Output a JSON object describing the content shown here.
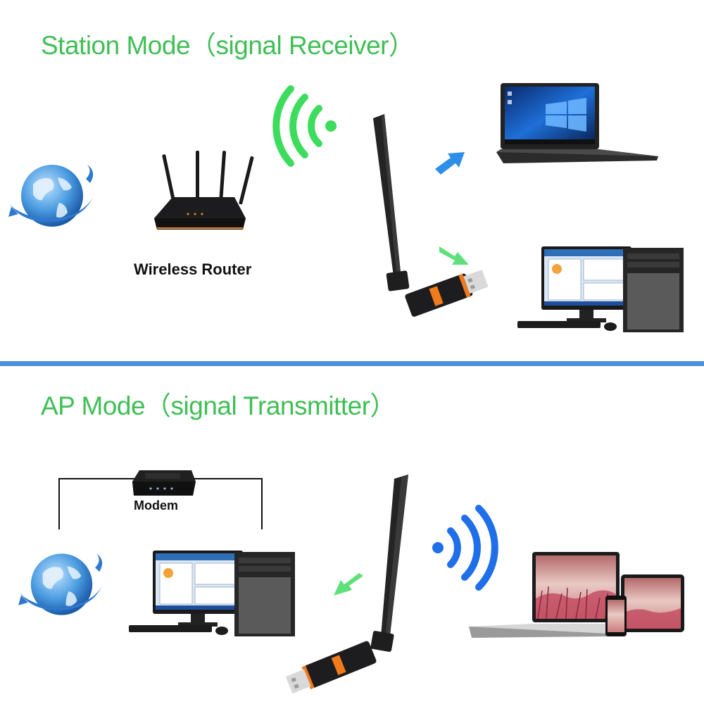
{
  "station": {
    "title": "Station Mode（signal Receiver）",
    "router_label": "Wireless Router"
  },
  "ap": {
    "title": "AP Mode（signal Transmitter）",
    "modem_label": "Modem"
  },
  "colors": {
    "title_green": "#3fbf55",
    "signal_green": "#3ddc5c",
    "signal_blue": "#1f6fe8",
    "arrow_blue": "#2e8fe8",
    "arrow_green": "#5fe07a",
    "divider_blue": "#4a90e2",
    "adapter_orange": "#f07a1c"
  },
  "icons": {
    "globe": "globe-icon",
    "router": "wireless-router-icon",
    "wifi_green": "wifi-signal-icon",
    "wifi_blue": "wifi-signal-icon",
    "usb_adapter": "usb-wifi-adapter-icon",
    "laptop": "laptop-icon",
    "desktop": "desktop-computer-icon",
    "modem": "modem-icon",
    "devices": "laptop-tablet-phone-icon"
  }
}
